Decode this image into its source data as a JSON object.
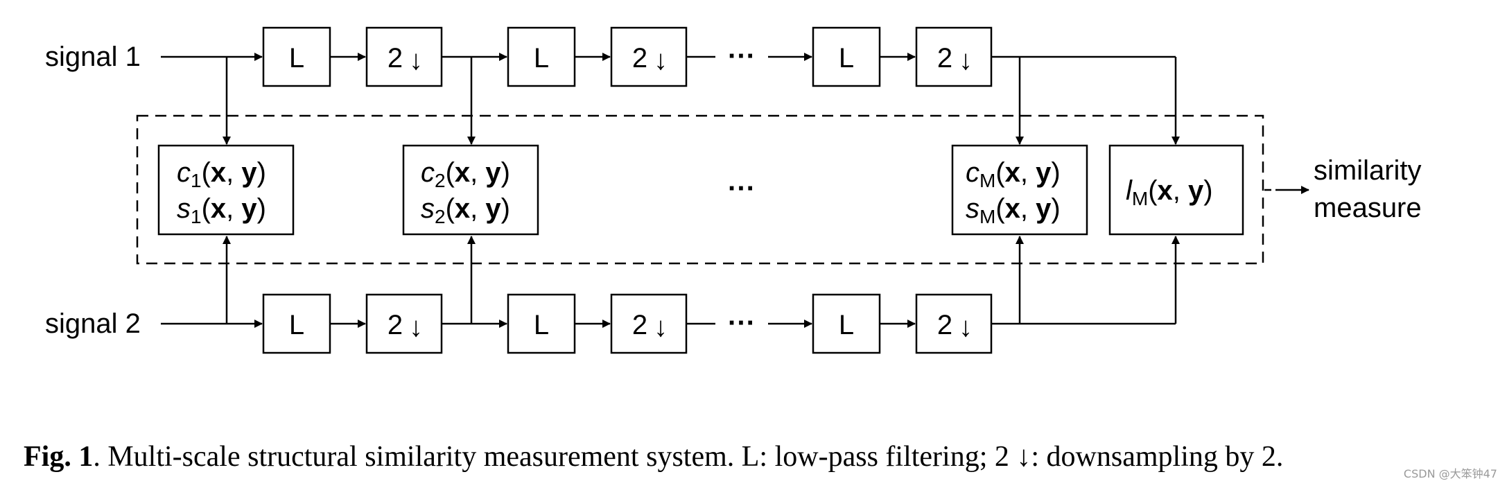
{
  "signals": {
    "signal1": "signal 1",
    "signal2": "signal 2"
  },
  "blocks": {
    "lowpass_label": "L",
    "downsample_digit": "2",
    "downsample_arrow": "↓",
    "ellipsis": "···"
  },
  "comparisons": {
    "scale1": {
      "c": "c",
      "s": "s",
      "index": "1"
    },
    "scale2": {
      "c": "c",
      "s": "s",
      "index": "2"
    },
    "scaleM": {
      "c": "c",
      "s": "s",
      "index": "M"
    },
    "luminance": {
      "l": "l",
      "index": "M"
    },
    "args": {
      "open": "(",
      "x": "x",
      "comma": ", ",
      "y": "y",
      "close": ")"
    },
    "middle_ellipsis": "···"
  },
  "output": {
    "line1": "similarity",
    "line2": "measure"
  },
  "caption": {
    "label": "Fig. 1",
    "text": ". Multi-scale structural similarity measurement system. L: low-pass filtering; 2 ↓: downsampling by 2."
  },
  "watermark": "CSDN @大笨钟47"
}
